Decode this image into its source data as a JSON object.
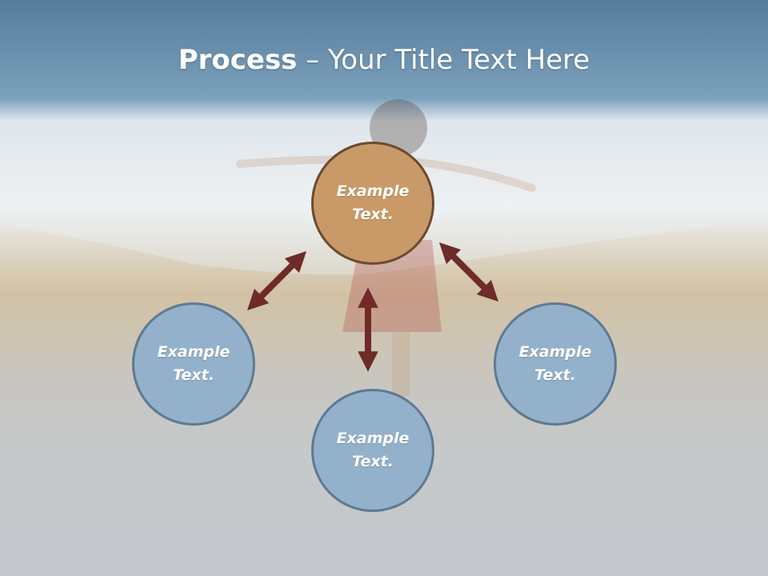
{
  "title": {
    "bold": "Process",
    "rest": " – Your Title Text Here"
  },
  "nodes": {
    "center": {
      "line1": "Example",
      "line2": "Text."
    },
    "left": {
      "line1": "Example",
      "line2": "Text."
    },
    "right": {
      "line1": "Example",
      "line2": "Text."
    },
    "bottom": {
      "line1": "Example",
      "line2": "Text."
    }
  },
  "colors": {
    "center_fill": "#c99a67",
    "center_border": "#6b4a30",
    "node_fill": "#93b1ca",
    "node_border": "#5e7a92",
    "arrow": "#6e2b27",
    "title_bar": "#5f87a8"
  }
}
